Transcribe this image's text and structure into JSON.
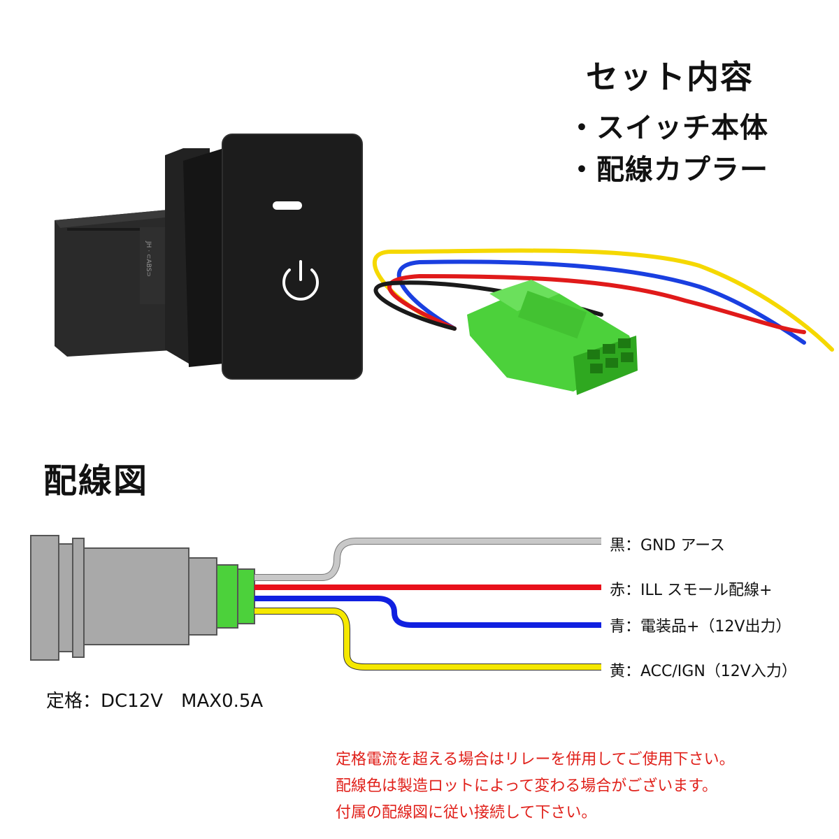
{
  "set_contents": {
    "title": "セット内容",
    "items": [
      "・スイッチ本体",
      "・配線カプラー"
    ]
  },
  "wiring": {
    "title": "配線図",
    "wires": [
      {
        "label": "黒：GND アース",
        "color": "#c8c8c8"
      },
      {
        "label": "赤：ILL スモール配線+",
        "color": "#e8101a"
      },
      {
        "label": "青：電装品+（12V出力）",
        "color": "#1020e0"
      },
      {
        "label": "黄：ACC/IGN（12V入力）",
        "color": "#f5e800"
      }
    ],
    "rating": "定格：DC12V　MAX0.5A"
  },
  "notes": [
    "定格電流を超える場合はリレーを併用してご使用下さい。",
    "配線色は製造ロットによって変わる場合がございます。",
    "付属の配線図に従い接続して下さい。"
  ],
  "colors": {
    "note_text": "#e0201a",
    "connector_green": "#4cd13b",
    "switch_body": "#1c1c1c",
    "diagram_housing": "#a9a9a9"
  },
  "icons": [
    "power-icon",
    "indicator-led"
  ]
}
